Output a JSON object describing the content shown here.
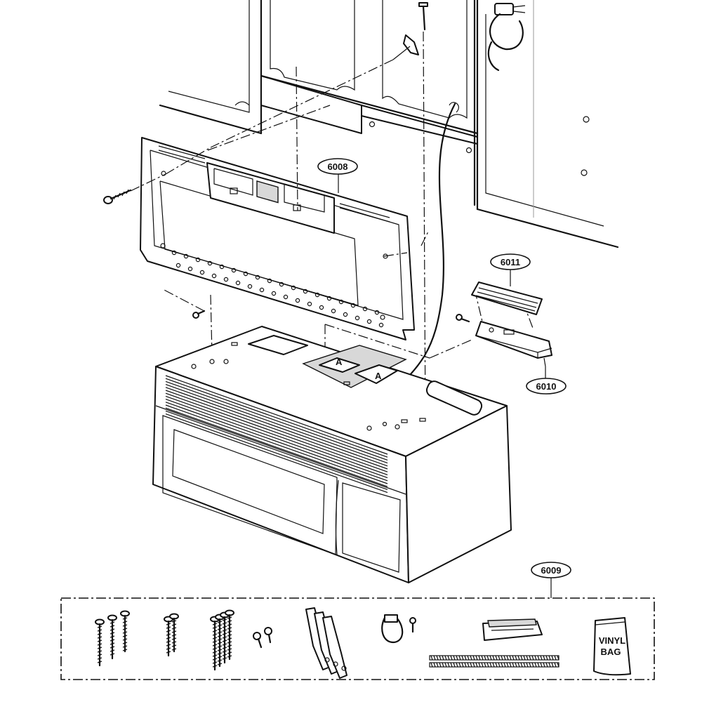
{
  "callouts": [
    {
      "id": "6008"
    },
    {
      "id": "6011"
    },
    {
      "id": "6010"
    },
    {
      "id": "6009"
    }
  ],
  "kit": {
    "bag_label_line1": "VINYL",
    "bag_label_line2": "BAG"
  },
  "template_mark": "A"
}
